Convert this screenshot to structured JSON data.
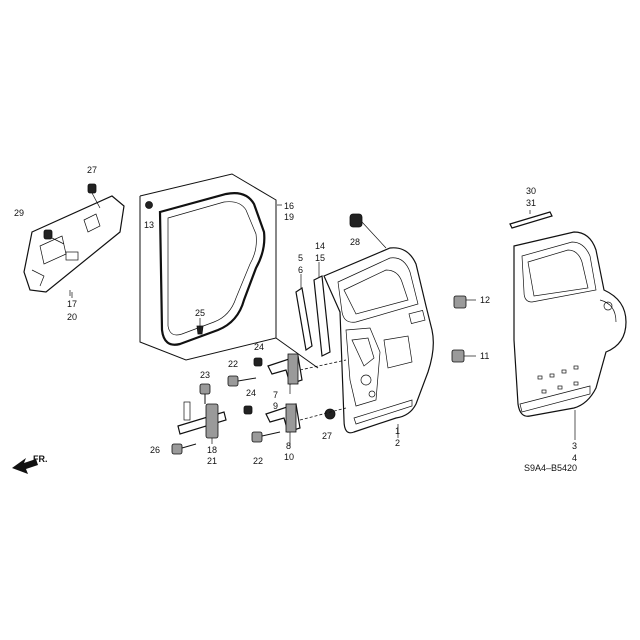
{
  "diagram": {
    "code": "S9A4–B5420",
    "direction_label": "FR."
  },
  "callouts": {
    "n1": "1",
    "n2": "2",
    "n3": "3",
    "n4": "4",
    "n5": "5",
    "n6": "6",
    "n7": "7",
    "n8": "8",
    "n9": "9",
    "n10": "10",
    "n11": "11",
    "n12": "12",
    "n13": "13",
    "n14": "14",
    "n15": "15",
    "n16": "16",
    "n17": "17",
    "n18": "18",
    "n19": "19",
    "n20": "20",
    "n21": "21",
    "n22a": "22",
    "n22b": "22",
    "n23": "23",
    "n24a": "24",
    "n24b": "24",
    "n25": "25",
    "n26": "26",
    "n27a": "27",
    "n27b": "27",
    "n28": "28",
    "n29": "29",
    "n30": "30",
    "n31": "31"
  }
}
